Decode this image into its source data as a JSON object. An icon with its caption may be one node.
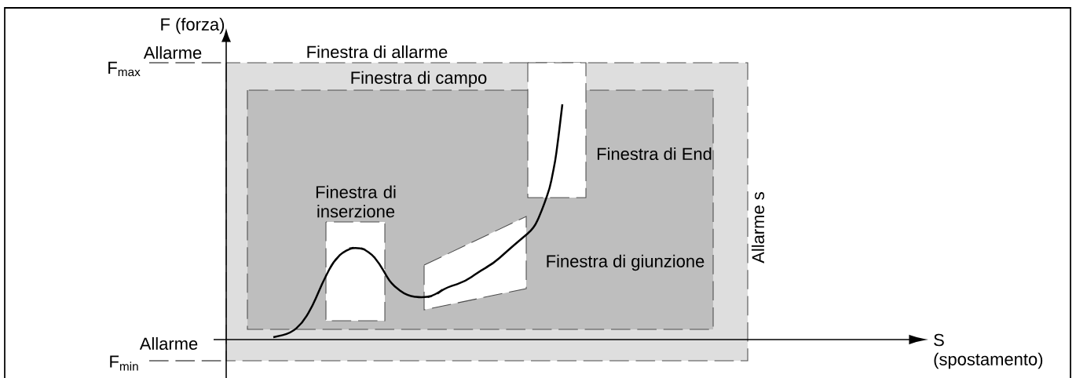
{
  "diagram": {
    "nodes": [
      {
        "text": [
          "Finestra di allarme"
        ]
      },
      {
        "text": [
          "Finestra di campo"
        ],
        "in": 0
      },
      {
        "text": [
          "Finestra di inserzione"
        ],
        "in": 1
      },
      {
        "text": [
          "Finestra di giunzione"
        ],
        "in": 1
      },
      {
        "text": [],
        "shape": "box",
        "beside": [
          "Finestra di End"
        ],
        "in": 0
      }
    ],
    "labels": [
      "F (forza)",
      "Allarme",
      "F$_{max}$",
      "Allarme",
      "F$_{min}$",
      "Allarme s",
      "S (spostamento)"
    ]
  }
}
